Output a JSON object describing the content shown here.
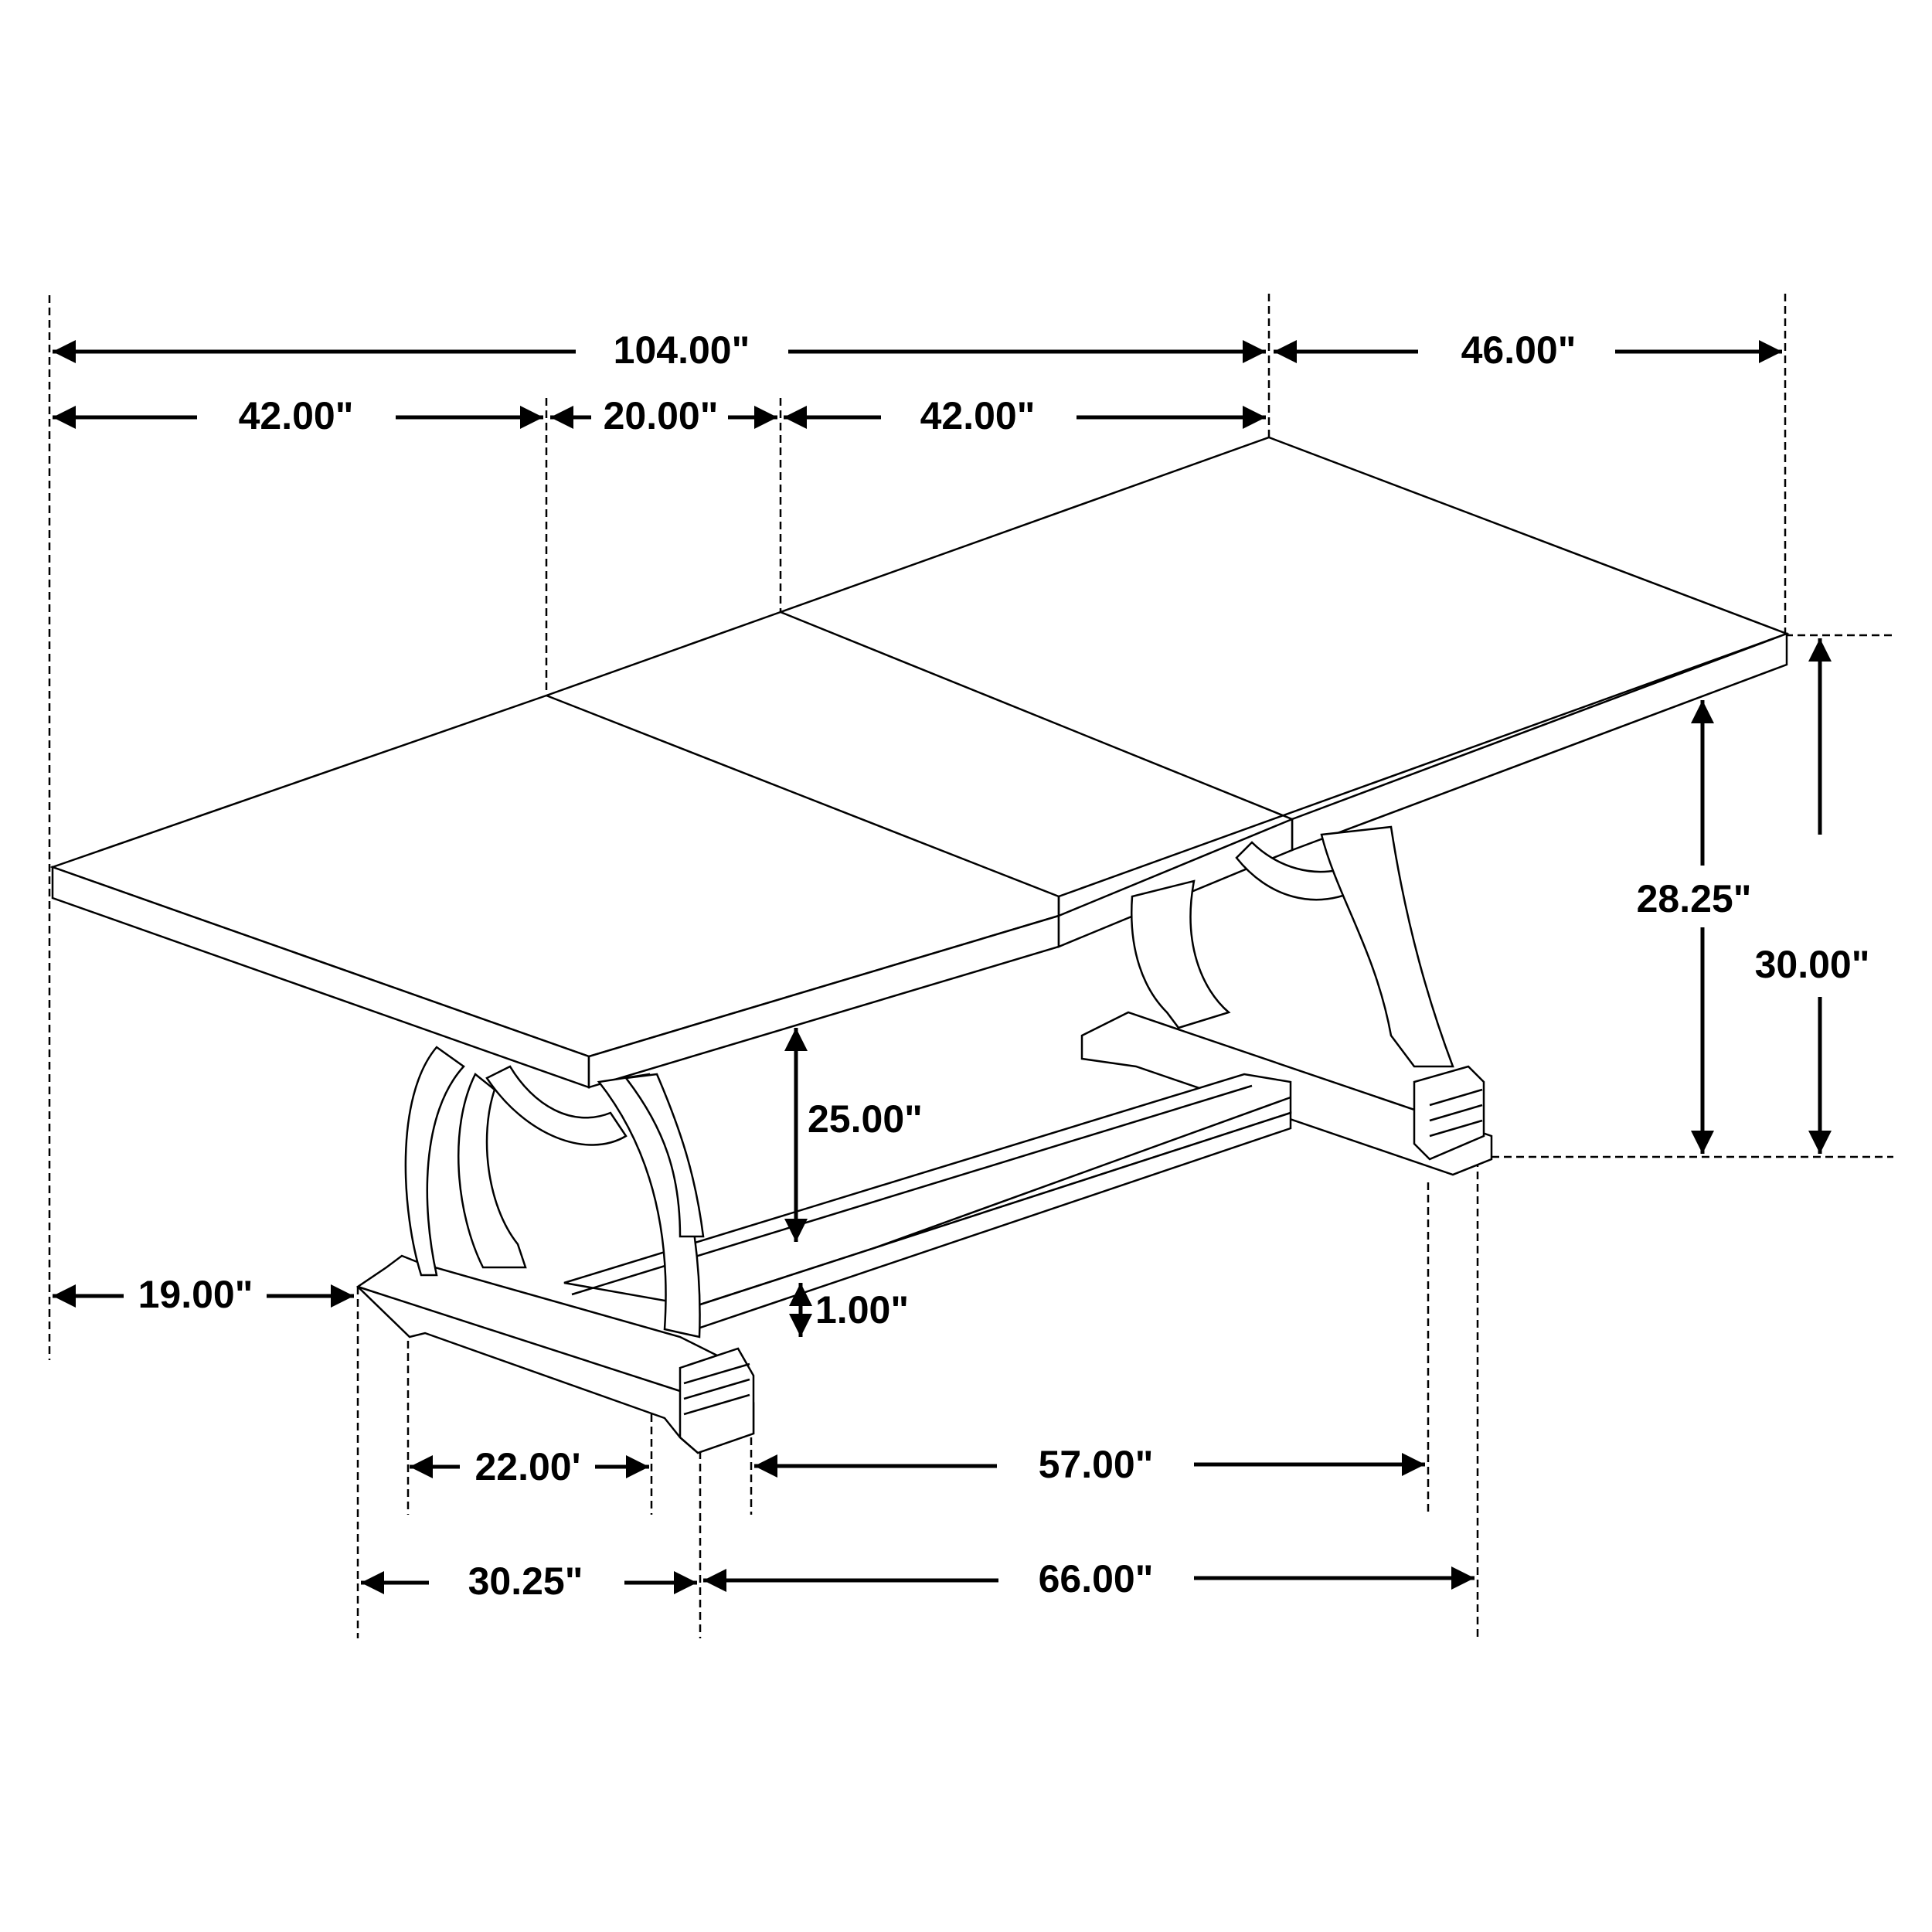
{
  "diagram": {
    "subject": "Extendable trestle dining table with leaf — dimension drawing",
    "line_color": "#000000",
    "background": "#ffffff"
  },
  "dimensions": {
    "overall_length": "104.00\"",
    "section_left": "42.00\"",
    "leaf": "20.00\"",
    "section_right": "42.00\"",
    "depth": "46.00\"",
    "apron_clearance": "28.25\"",
    "overall_height": "30.00\"",
    "leg_clearance": "25.00\"",
    "stretcher_height": "1.00\"",
    "overhang": "19.00\"",
    "foot_inner": "22.00'",
    "foot_width": "30.25\"",
    "base_inner": "57.00\"",
    "base_length": "66.00\""
  }
}
